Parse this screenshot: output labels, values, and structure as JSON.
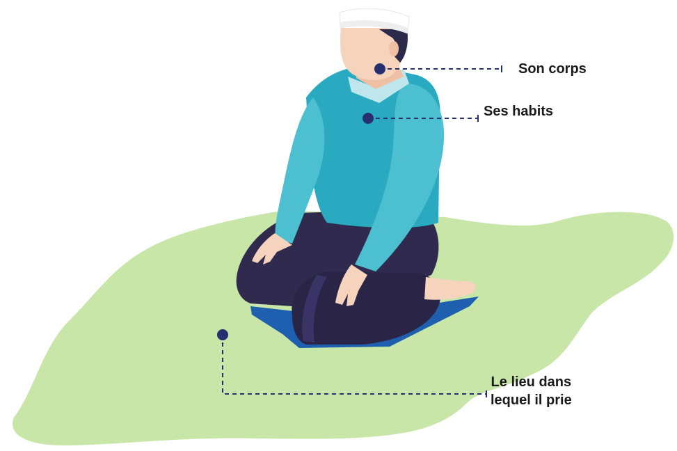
{
  "labels": {
    "body": "Son corps",
    "clothes": "Ses habits",
    "place_line1": "Le lieu dans",
    "place_line2": "lequel il prie"
  },
  "colors": {
    "ground": "#c8e6a8",
    "shirt": "#2aaac0",
    "shirt_light": "#4cc0d0",
    "trousers": "#302a4e",
    "skin": "#f5d3bd",
    "skin_shadow": "#efc0a4",
    "cap": "#ffffff",
    "hair": "#2b2a4a",
    "mat": "#1f5fb0",
    "marker": "#27306e"
  },
  "icons": {
    "figure": "kneeling-man-praying"
  }
}
